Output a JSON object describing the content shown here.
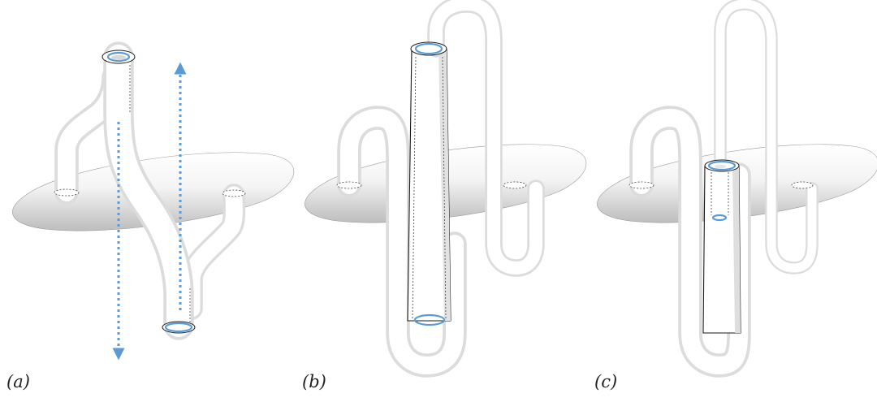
{
  "figure": {
    "panels": [
      {
        "id": "a",
        "label": "(a)"
      },
      {
        "id": "b",
        "label": "(b)"
      },
      {
        "id": "c",
        "label": "(c)"
      }
    ]
  },
  "colors": {
    "accent_blue": "#5b9bd5",
    "disk_fill_light": "#ffffff",
    "disk_fill_dark": "#c8c8c8",
    "outline": "#1a1a1a"
  }
}
